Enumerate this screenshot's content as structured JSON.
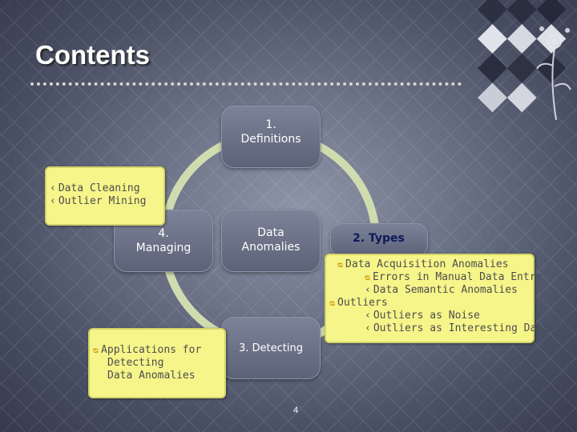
{
  "slide": {
    "title": "Contents",
    "page_number": "4"
  },
  "nodes": {
    "definitions": [
      "1.",
      "Definitions"
    ],
    "center": [
      "Data",
      "Anomalies"
    ],
    "managing": [
      "4.",
      "Managing"
    ],
    "detecting": "3. Detecting",
    "types": "2. Types"
  },
  "managing_box": {
    "items": [
      {
        "bullet": "ǀ",
        "text": "Data Cleaning"
      },
      {
        "bullet": "ǀ",
        "text": "Outlier Mining"
      }
    ]
  },
  "detecting_box": {
    "lines": [
      "Applications for",
      "Detecting",
      "Data Anomalies"
    ]
  },
  "types_box": {
    "lines": [
      {
        "level": 1,
        "text": "Data Acquisition Anomalies"
      },
      {
        "level": 2,
        "text": "Errors in Manual Data Entry"
      },
      {
        "level": 2,
        "text": "Data Semantic Anomalies"
      },
      {
        "level": 1,
        "text": "Outliers"
      },
      {
        "level": 2,
        "text": "Outliers as Noise"
      },
      {
        "level": 2,
        "text": "Outliers as Interesting Data"
      }
    ]
  },
  "colors": {
    "ring": "#cfdcb0",
    "note_fill": "#f6f58a",
    "types_label": "#0c1a5a"
  }
}
